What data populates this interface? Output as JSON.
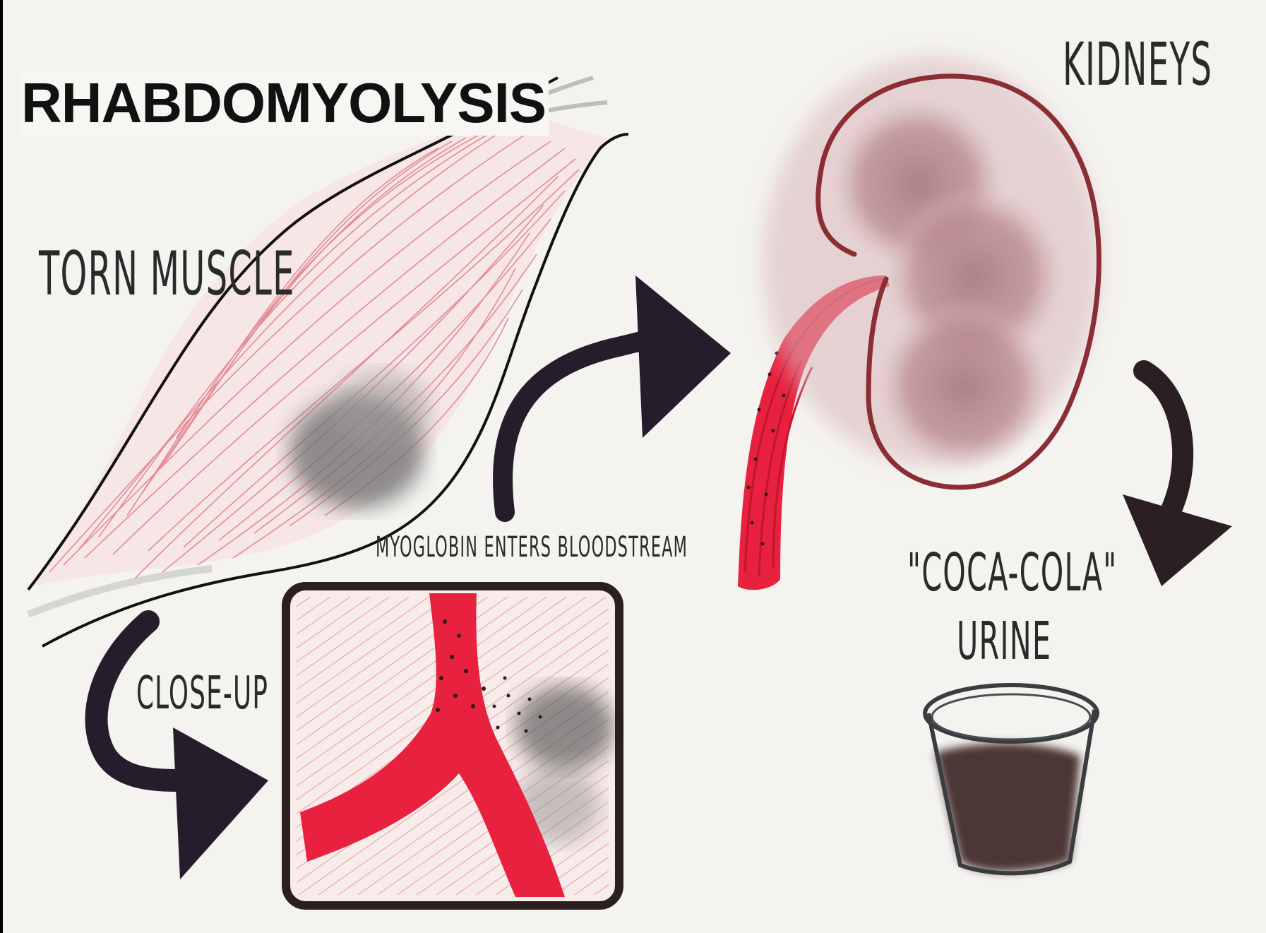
{
  "title": "RHABDOMYOLYSIS",
  "labels": {
    "torn_muscle": "Torn muscle",
    "kidneys": "Kidneys",
    "myoglobin": "Myoglobin enters bloodstream",
    "close_up": "Close-up",
    "coca_cola": "\"Coca-cola\"",
    "urine": "Urine"
  },
  "colors": {
    "background": "#f4f3f0",
    "muscle_fiber": "#e07a85",
    "blood": "#e8213f",
    "arrow": "#251d2b",
    "kidney_outline": "#8a2e33",
    "kidney_fill": "#b68a8f",
    "urine": "#3a2222",
    "bruise": "#6d6d6d"
  }
}
